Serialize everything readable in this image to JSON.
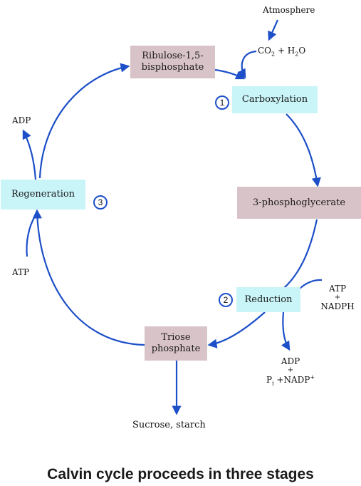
{
  "colors": {
    "arrow": "#1c4fc8",
    "pink_box": "#d8c3c8",
    "cyan_box": "#c9f4f8"
  },
  "nodes": {
    "rubp": {
      "line1": "Ribulose-1,5-",
      "line2": "bisphosphate"
    },
    "carboxylation": "Carboxylation",
    "pga": "3-phosphoglycerate",
    "reduction": "Reduction",
    "triose": {
      "line1": "Triose",
      "line2": "phosphate"
    },
    "regeneration": "Regeneration"
  },
  "stage_numbers": {
    "one": "1",
    "two": "2",
    "three": "3"
  },
  "inputs_outputs": {
    "atmosphere": "Atmosphere",
    "co2_h2o": {
      "co": "CO",
      "co_sub": "2",
      "rest": " + H",
      "h_sub": "2",
      "o": "O"
    },
    "adp_regen": "ADP",
    "atp_regen": "ATP",
    "atp_reduction": "ATP",
    "plus_1": "+",
    "nadph": "NADPH",
    "adp_reduction": "ADP",
    "plus_2": "+",
    "pi_nadp": {
      "p": "P",
      "p_sub": "i",
      "rest": " +NADP",
      "sup": "+"
    },
    "sucrose": "Sucrose, starch"
  },
  "caption": "Calvin cycle proceeds in three stages"
}
